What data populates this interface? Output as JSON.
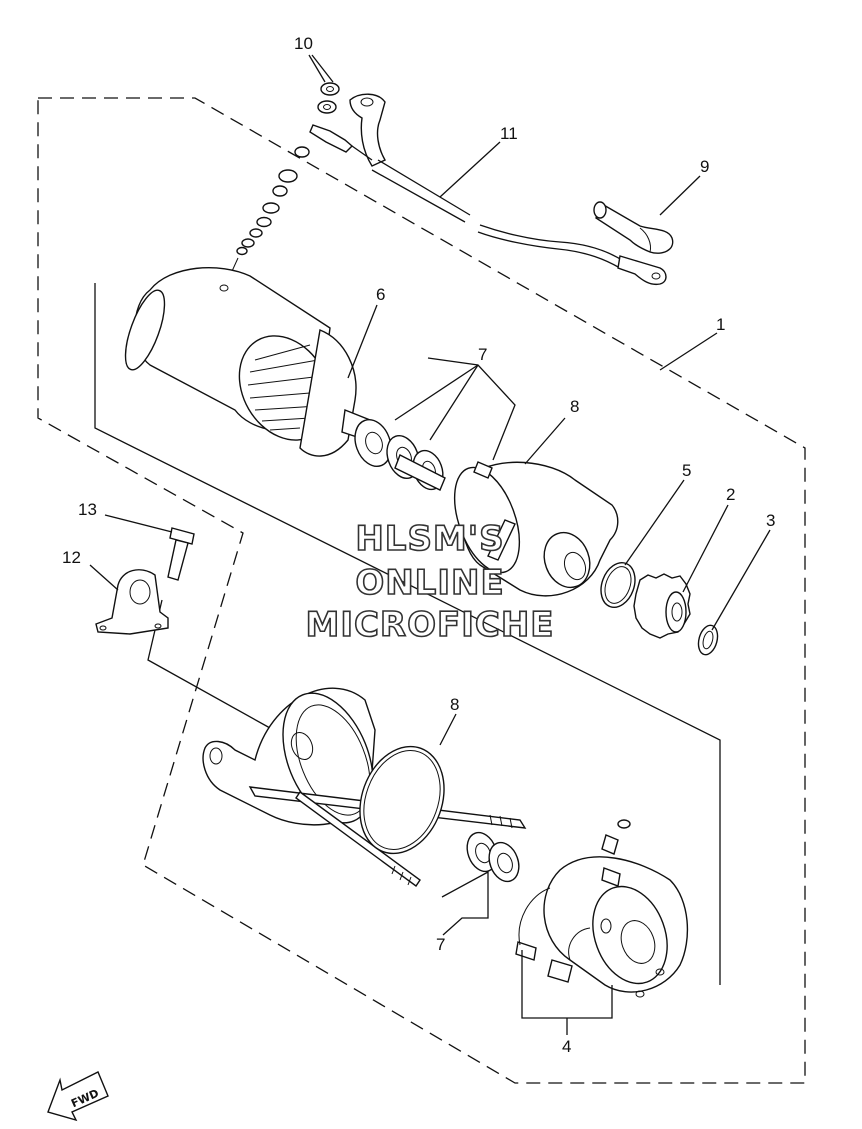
{
  "callouts": [
    {
      "id": "c10",
      "text": "10"
    },
    {
      "id": "c11",
      "text": "11"
    },
    {
      "id": "c9",
      "text": "9"
    },
    {
      "id": "c6",
      "text": "6"
    },
    {
      "id": "c1",
      "text": "1"
    },
    {
      "id": "c7a",
      "text": "7"
    },
    {
      "id": "c8a",
      "text": "8"
    },
    {
      "id": "c5",
      "text": "5"
    },
    {
      "id": "c2",
      "text": "2"
    },
    {
      "id": "c3",
      "text": "3"
    },
    {
      "id": "c13",
      "text": "13"
    },
    {
      "id": "c12",
      "text": "12"
    },
    {
      "id": "c8b",
      "text": "8"
    },
    {
      "id": "c7b",
      "text": "7"
    },
    {
      "id": "c4",
      "text": "4"
    }
  ],
  "watermark": {
    "line1": "HLSM'S",
    "line2": "ONLINE",
    "line3": "MICROFICHE"
  },
  "fwd_label": "FWD"
}
